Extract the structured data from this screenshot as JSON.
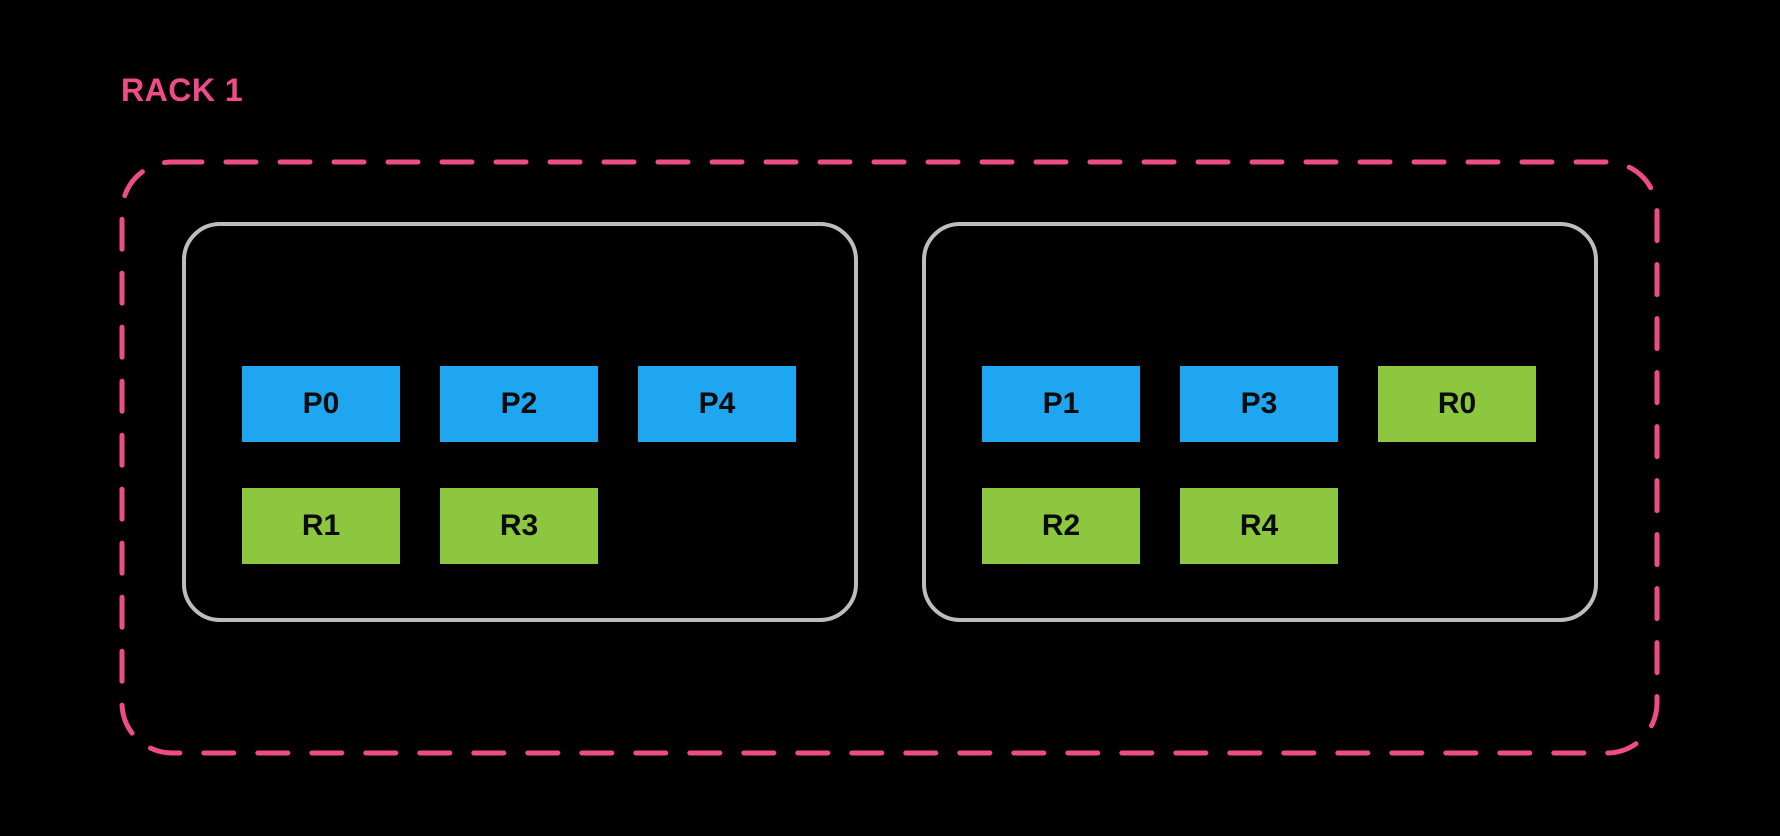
{
  "colors": {
    "background": "#000000",
    "rack_pink": "#EE4C87",
    "box_border_gray": "#BDBDBD",
    "primary_blue": "#1FA6F0",
    "replica_green": "#8DC63F",
    "block_text": "#0B0B0B"
  },
  "rack": {
    "label": "RACK 1",
    "groups": [
      {
        "name": "left-node-box",
        "rows": [
          [
            {
              "label": "P0",
              "type": "primary"
            },
            {
              "label": "P2",
              "type": "primary"
            },
            {
              "label": "P4",
              "type": "primary"
            }
          ],
          [
            {
              "label": "R1",
              "type": "replica"
            },
            {
              "label": "R3",
              "type": "replica"
            }
          ]
        ]
      },
      {
        "name": "right-node-box",
        "rows": [
          [
            {
              "label": "P1",
              "type": "primary"
            },
            {
              "label": "P3",
              "type": "primary"
            },
            {
              "label": "R0",
              "type": "replica"
            }
          ],
          [
            {
              "label": "R2",
              "type": "replica"
            },
            {
              "label": "R4",
              "type": "replica"
            }
          ]
        ]
      }
    ]
  }
}
